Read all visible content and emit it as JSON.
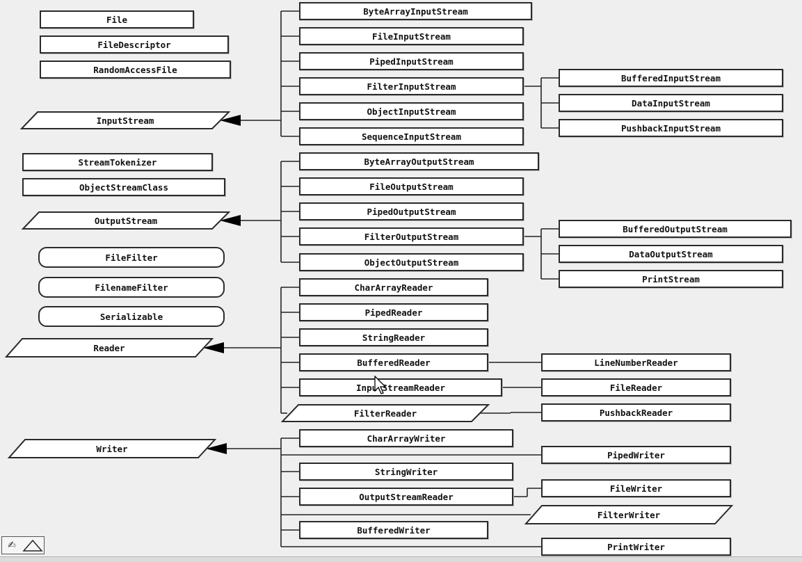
{
  "diagram": {
    "standalone_classes": [
      "File",
      "FileDescriptor",
      "RandomAccessFile",
      "StreamTokenizer",
      "ObjectStreamClass"
    ],
    "interfaces": [
      "FileFilter",
      "FilenameFilter",
      "Serializable"
    ],
    "hierarchies": [
      {
        "root": "InputStream",
        "children": [
          "ByteArrayInputStream",
          "FileInputStream",
          "PipedInputStream",
          {
            "name": "FilterInputStream",
            "children": [
              "BufferedInputStream",
              "DataInputStream",
              "PushbackInputStream"
            ]
          },
          "ObjectInputStream",
          "SequenceInputStream"
        ]
      },
      {
        "root": "OutputStream",
        "children": [
          "ByteArrayOutputStream",
          "FileOutputStream",
          "PipedOutputStream",
          {
            "name": "FilterOutputStream",
            "children": [
              "BufferedOutputStream",
              "DataOutputStream",
              "PrintStream"
            ]
          },
          "ObjectOutputStream"
        ]
      },
      {
        "root": "Reader",
        "children": [
          "CharArrayReader",
          "PipedReader",
          "StringReader",
          {
            "name": "BufferedReader",
            "children": [
              "LineNumberReader"
            ]
          },
          {
            "name": "InputStreamReader",
            "children": [
              "FileReader"
            ]
          },
          {
            "name": "FilterReader",
            "children": [
              "PushbackReader"
            ]
          }
        ]
      },
      {
        "root": "Writer",
        "children": [
          "CharArrayWriter",
          "PipedWriter",
          "StringWriter",
          {
            "name": "OutputStreamReader",
            "children": [
              "FileWriter"
            ]
          },
          "FilterWriter",
          "BufferedWriter",
          "PrintWriter"
        ]
      }
    ],
    "abstract_classes": [
      "InputStream",
      "OutputStream",
      "Reader",
      "Writer",
      "FilterReader",
      "FilterWriter"
    ]
  },
  "toolbar": {
    "icons": [
      "draw-tool-icon",
      "triangle-shape-icon"
    ]
  }
}
